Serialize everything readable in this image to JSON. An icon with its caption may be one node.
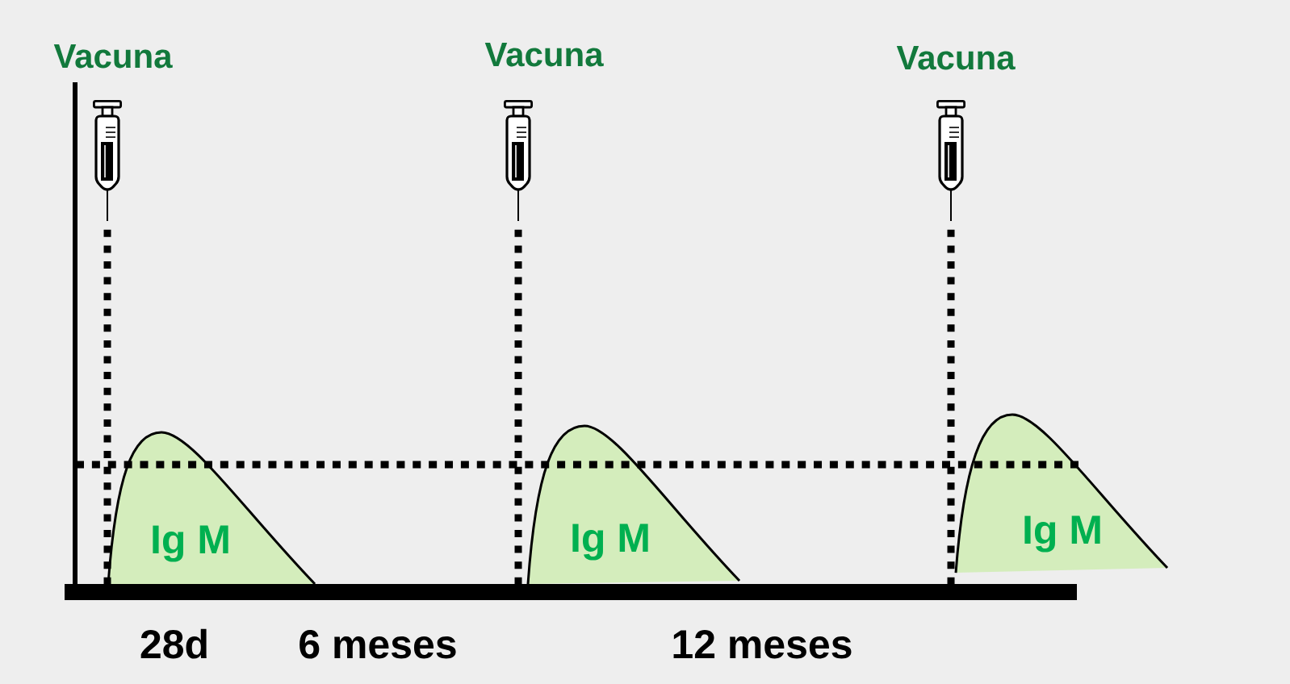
{
  "diagram": {
    "nodes": [
      {
        "text": [],
        "shape": "picture",
        "beside": [
          "Vacuna"
        ]
      },
      {
        "text": [],
        "shape": "picture",
        "beside": [
          "Vacuna"
        ]
      },
      {
        "text": [],
        "shape": "picture",
        "beside": [
          "Vacuna"
        ]
      },
      {
        "text": [
          "Ig M"
        ]
      },
      {
        "text": [
          "Ig M"
        ]
      },
      {
        "text": [
          "Ig M"
        ]
      }
    ],
    "edges": [
      {
        "from": 0,
        "to": 3,
        "arrow": "none",
        "style": "dashed"
      },
      {
        "from": 1,
        "to": 4,
        "arrow": "none",
        "style": "dashed"
      },
      {
        "from": 2,
        "to": 5,
        "arrow": "none",
        "style": "dashed"
      }
    ],
    "labels": [
      "28d",
      "6 meses",
      "12 meses"
    ]
  }
}
